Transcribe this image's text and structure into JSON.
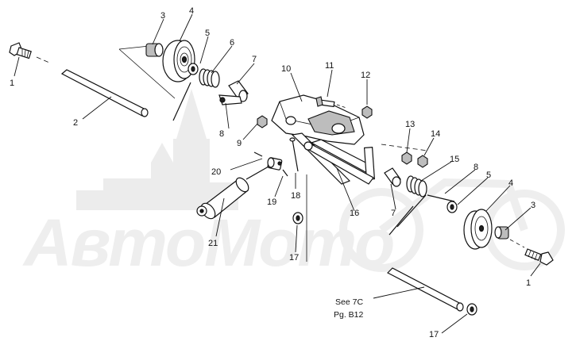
{
  "callouts": [
    {
      "id": "c1a",
      "label": "1"
    },
    {
      "id": "c2",
      "label": "2"
    },
    {
      "id": "c3a",
      "label": "3"
    },
    {
      "id": "c4a",
      "label": "4"
    },
    {
      "id": "c5a",
      "label": "5"
    },
    {
      "id": "c6",
      "label": "6"
    },
    {
      "id": "c7a",
      "label": "7"
    },
    {
      "id": "c8a",
      "label": "8"
    },
    {
      "id": "c9",
      "label": "9"
    },
    {
      "id": "c10",
      "label": "10"
    },
    {
      "id": "c11",
      "label": "11"
    },
    {
      "id": "c12",
      "label": "12"
    },
    {
      "id": "c13",
      "label": "13"
    },
    {
      "id": "c14",
      "label": "14"
    },
    {
      "id": "c15",
      "label": "15"
    },
    {
      "id": "c8b",
      "label": "8"
    },
    {
      "id": "c5b",
      "label": "5"
    },
    {
      "id": "c4b",
      "label": "4"
    },
    {
      "id": "c3b",
      "label": "3"
    },
    {
      "id": "c1b",
      "label": "1"
    },
    {
      "id": "c20",
      "label": "20"
    },
    {
      "id": "c19",
      "label": "19"
    },
    {
      "id": "c18",
      "label": "18"
    },
    {
      "id": "c16",
      "label": "16"
    },
    {
      "id": "c7b",
      "label": "7"
    },
    {
      "id": "c21",
      "label": "21"
    },
    {
      "id": "c17a",
      "label": "17"
    },
    {
      "id": "c17b",
      "label": "17"
    }
  ],
  "note": {
    "line1": "See 7C",
    "line2": "Pg. B12"
  },
  "watermark": {
    "text": "АвтоМото",
    "color": "#eeeeee"
  }
}
